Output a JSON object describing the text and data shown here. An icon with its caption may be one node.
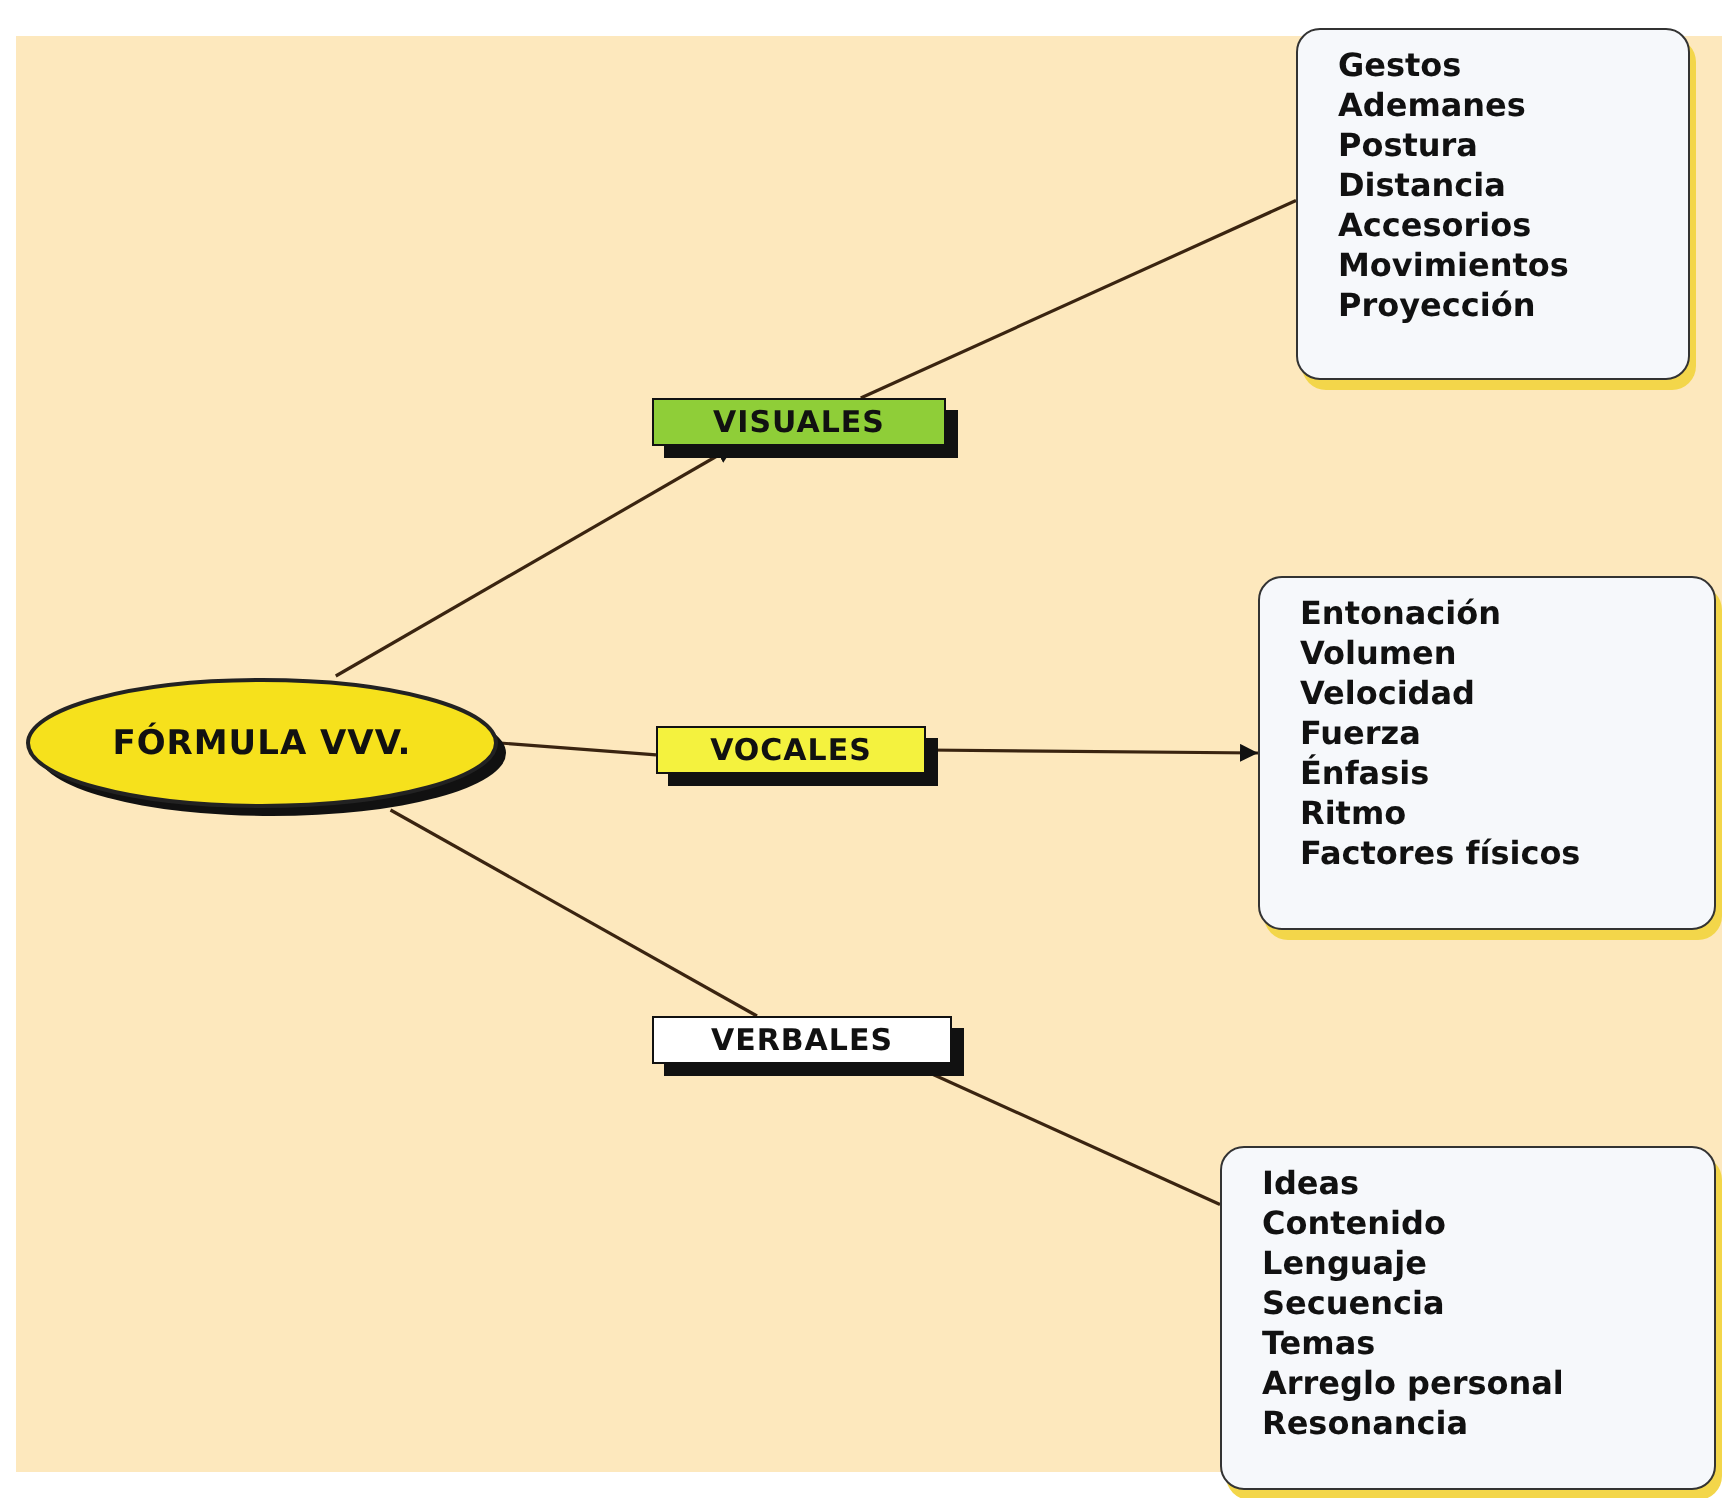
{
  "diagram": {
    "nodes": [
      {
        "text": [
          "FÓRMULA VVV."
        ]
      },
      {
        "text": [
          "VISUALES"
        ]
      },
      {
        "text": [
          "Gestos",
          "Ademanes",
          "Postura",
          "Distancia",
          "Accesorios",
          "Movimientos",
          "Proyección"
        ]
      },
      {
        "text": [
          "VOCALES"
        ]
      },
      {
        "text": [
          "Entonación",
          "Volumen",
          "Velocidad",
          "Fuerza",
          "Énfasis",
          "Ritmo",
          "Factores físicos"
        ]
      },
      {
        "text": [
          "VERBALES"
        ]
      },
      {
        "text": [
          "Ideas",
          "Contenido",
          "Lenguaje",
          "Secuencia",
          "Temas",
          "Arreglo personal",
          "Resonancia"
        ]
      }
    ],
    "edges": [
      {
        "from": 0,
        "to": 1,
        "arrow": "to"
      },
      {
        "from": 1,
        "to": 2,
        "arrow": "none"
      },
      {
        "from": 0,
        "to": 3,
        "arrow": "none"
      },
      {
        "from": 3,
        "to": 4,
        "arrow": "to"
      },
      {
        "from": 0,
        "to": 5,
        "arrow": "none"
      },
      {
        "from": 5,
        "to": 6,
        "arrow": "none"
      }
    ]
  }
}
